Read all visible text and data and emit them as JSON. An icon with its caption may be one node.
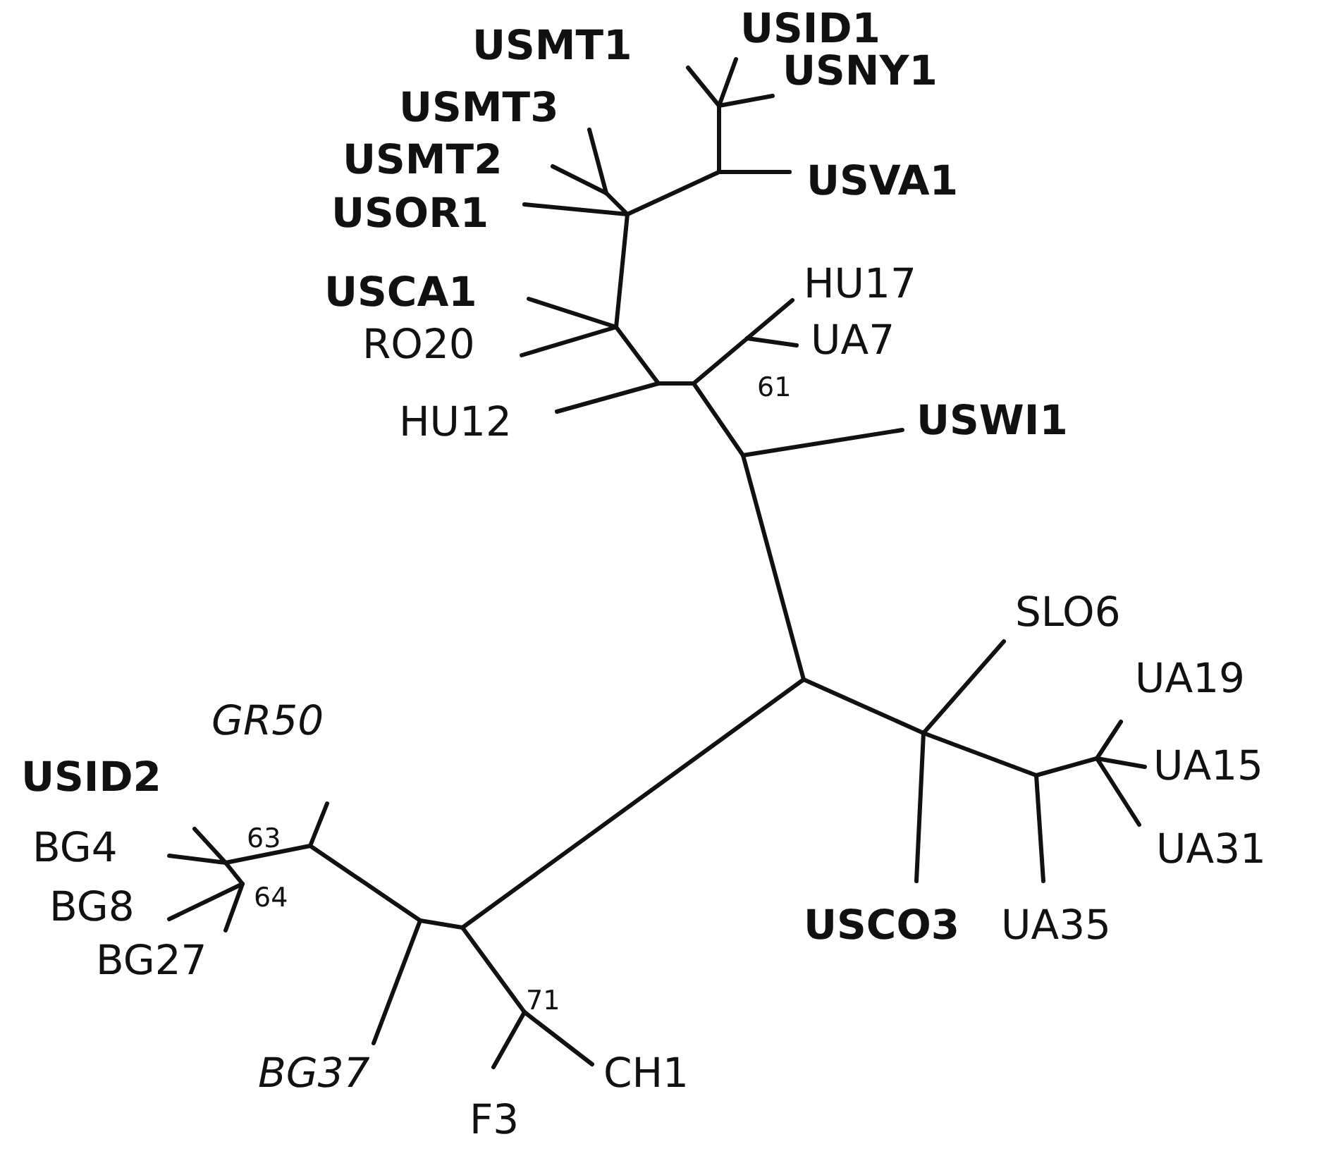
{
  "diagram": {
    "labels": [
      "USMT1",
      "USID1",
      "USNY1",
      "USMT3",
      "USMT2",
      "USVA1",
      "USOR1",
      "USCA1",
      "HU17",
      "RO20",
      "UA7",
      "61",
      "HU12",
      "USWI1",
      "SLO6",
      "UA19",
      "GR50",
      "USID2",
      "UA15",
      "63",
      "BG4",
      "UA31",
      "BG8",
      "64",
      "USCO3",
      "UA35",
      "BG27",
      "71",
      "BG37",
      "CH1",
      "F3"
    ]
  }
}
